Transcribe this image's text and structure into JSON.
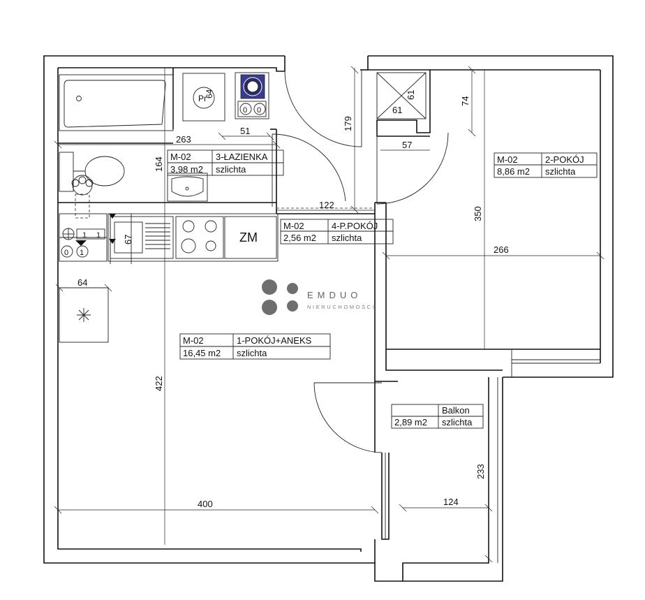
{
  "rooms": [
    {
      "code": "M-02",
      "name": "3-ŁAZIENKA",
      "area": "3,98 m2",
      "finish": "szlichta"
    },
    {
      "code": "M-02",
      "name": "2-POKÓJ",
      "area": "8,86 m2",
      "finish": "szlichta"
    },
    {
      "code": "M-02",
      "name": "4-P.POKÓJ",
      "area": "2,56 m2",
      "finish": "szlichta"
    },
    {
      "code": "M-02",
      "name": "1-POKÓJ+ANEKS",
      "area": "16,45 m2",
      "finish": "szlichta"
    },
    {
      "code": "",
      "name": "Balkon",
      "area": "2,89 m2",
      "finish": "szlichta"
    }
  ],
  "dimensions": {
    "bath_width": "263",
    "bath_depth": "164",
    "washer_width": "51",
    "door_179": "179",
    "shaft": "61",
    "shaft_side": "61",
    "shaft_offset": "57",
    "room2_74": "74",
    "room2_depth": "350",
    "room2_width": "266",
    "hall_width": "122",
    "fridge_depth": "67",
    "cabinet_width": "64",
    "living_depth": "422",
    "living_width": "400",
    "balcony_width": "124",
    "balcony_depth": "233"
  },
  "fixtures": {
    "washer": "Pr",
    "washer_dim": "64",
    "stove": "ZM",
    "meter_top": [
      "1",
      "1"
    ],
    "meter_bottom": [
      "0",
      "1"
    ],
    "valve": [
      "0",
      "0"
    ]
  },
  "brand": {
    "name": "EMDUO",
    "tagline": "NIERUCHOMOŚCI"
  }
}
